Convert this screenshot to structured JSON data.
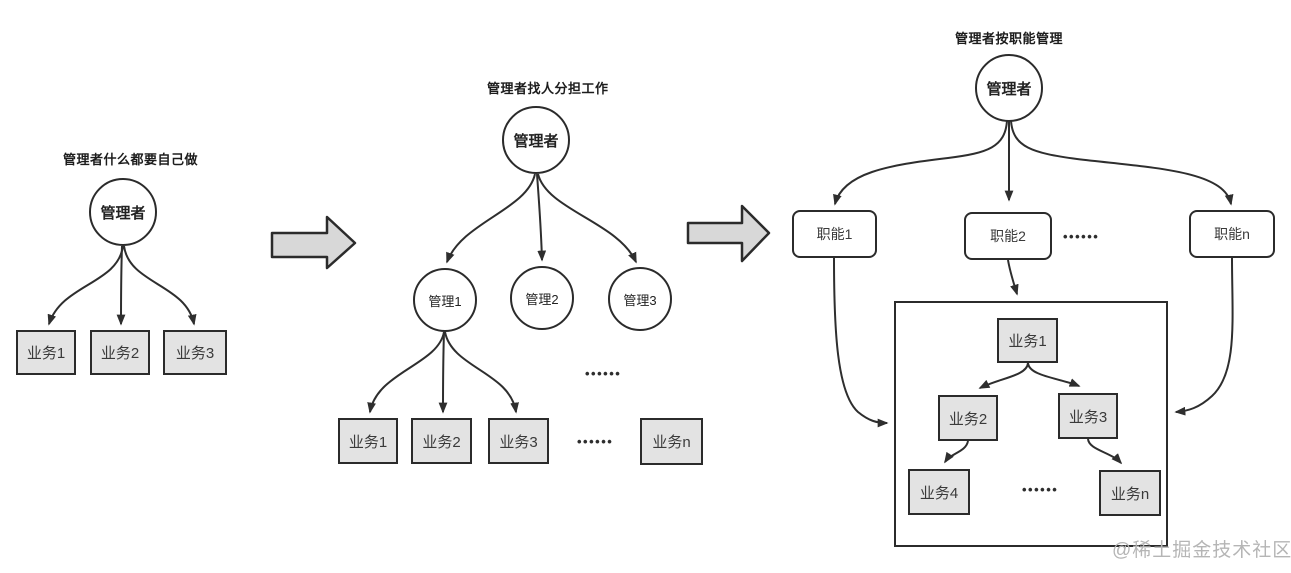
{
  "d1": {
    "title": "管理者什么都要自己做",
    "root": "管理者",
    "children": [
      "业务1",
      "业务2",
      "业务3"
    ]
  },
  "d2": {
    "title": "管理者找人分担工作",
    "root": "管理者",
    "managers": [
      "管理1",
      "管理2",
      "管理3"
    ],
    "ellipsis_managers": "••••••",
    "children": [
      "业务1",
      "业务2",
      "业务3"
    ],
    "ellipsis_children": "••••••",
    "child_n": "业务n"
  },
  "d3": {
    "title": "管理者按职能管理",
    "root": "管理者",
    "functions": [
      "职能1",
      "职能2"
    ],
    "ellipsis_functions": "••••••",
    "function_n": "职能n",
    "children": [
      "业务1",
      "业务2",
      "业务3",
      "业务4"
    ],
    "ellipsis_children": "••••••",
    "child_n": "业务n"
  },
  "watermark": "@稀土掘金技术社区",
  "colors": {
    "line": "#2e2e2e",
    "node_border": "#2b2b2b",
    "box_fill": "#e3e3e3",
    "block_arrow_fill": "#d8d8d8",
    "watermark_color": "#b5b5b5",
    "background": "#ffffff"
  }
}
